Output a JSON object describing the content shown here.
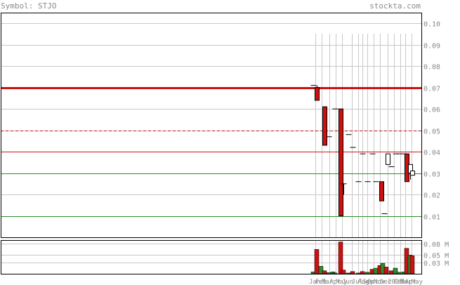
{
  "header": {
    "symbol_label": "Symbol: STJO",
    "site_label": "stockta.com"
  },
  "colors": {
    "up": "#2e8b2e",
    "down": "#cc1111",
    "resistance": "#cc1111",
    "support": "#2e8b2e",
    "grid": "#c8c8c8",
    "frame": "#000000",
    "text": "#8a8a8a"
  },
  "chart_data": {
    "type": "candlestick",
    "price_axis": {
      "ylim": [
        0.0,
        0.105
      ],
      "ticks": [
        "0.10",
        "0.09",
        "0.08",
        "0.07",
        "0.06",
        "0.05",
        "0.04",
        "0.03",
        "0.02",
        "0.01"
      ],
      "tick_values": [
        0.1,
        0.09,
        0.08,
        0.07,
        0.06,
        0.05,
        0.04,
        0.03,
        0.02,
        0.01
      ]
    },
    "volume_axis": {
      "ylim": [
        0,
        0.09
      ],
      "ticks": [
        "0.08 M",
        "0.05 M",
        "0.03 M"
      ],
      "tick_values": [
        0.08,
        0.05,
        0.03
      ]
    },
    "x_axis": {
      "labels": [
        "Jan",
        "Feb",
        "Mar",
        "Apr",
        "May",
        "Jun",
        "Jul",
        "Aug",
        "Sep",
        "Oct",
        "Nov",
        "Dec",
        "2025",
        "Feb",
        "Mar",
        "Apr",
        "May"
      ],
      "label_positions": [
        0.0,
        0.8,
        1.6,
        2.6,
        3.4,
        4.2,
        5.4,
        6.2,
        6.8,
        7.4,
        8.2,
        9.0,
        10.0,
        10.8,
        11.6,
        12.2,
        13.0
      ],
      "x_range": [
        0,
        13.2
      ]
    },
    "gridlines_x": [
      0.8,
      1.6,
      2.6,
      3.4,
      4.2,
      5.4,
      6.2,
      6.8,
      7.4,
      8.2,
      9.0,
      10.0,
      10.8,
      11.6,
      12.2,
      13.0
    ],
    "levels": [
      {
        "value": 0.07,
        "kind": "resistance",
        "style": "thick"
      },
      {
        "value": 0.05,
        "kind": "resistance",
        "style": "dashed"
      },
      {
        "value": 0.04,
        "kind": "resistance",
        "style": "thin"
      },
      {
        "value": 0.03,
        "kind": "support",
        "style": "thin"
      },
      {
        "value": 0.01,
        "kind": "support",
        "style": "thin"
      }
    ],
    "candles": [
      {
        "x": 0.5,
        "open": 0.071,
        "close": 0.071,
        "high": 0.071,
        "low": 0.071
      },
      {
        "x": 1.0,
        "open": 0.07,
        "close": 0.064,
        "high": 0.071,
        "low": 0.064
      },
      {
        "x": 2.0,
        "open": 0.061,
        "close": 0.043,
        "high": 0.061,
        "low": 0.043
      },
      {
        "x": 2.5,
        "open": 0.047,
        "close": 0.047,
        "high": 0.047,
        "low": 0.047
      },
      {
        "x": 3.3,
        "open": 0.06,
        "close": 0.06,
        "high": 0.06,
        "low": 0.06
      },
      {
        "x": 4.0,
        "open": 0.06,
        "close": 0.01,
        "high": 0.06,
        "low": 0.01
      },
      {
        "x": 4.4,
        "open": 0.025,
        "close": 0.025,
        "high": 0.025,
        "low": 0.02
      },
      {
        "x": 5.0,
        "open": 0.048,
        "close": 0.048,
        "high": 0.048,
        "low": 0.048
      },
      {
        "x": 5.5,
        "open": 0.042,
        "close": 0.042,
        "high": 0.042,
        "low": 0.042
      },
      {
        "x": 6.2,
        "open": 0.026,
        "close": 0.026,
        "high": 0.026,
        "low": 0.026
      },
      {
        "x": 6.8,
        "open": 0.039,
        "close": 0.039,
        "high": 0.039,
        "low": 0.039
      },
      {
        "x": 7.4,
        "open": 0.026,
        "close": 0.026,
        "high": 0.026,
        "low": 0.026
      },
      {
        "x": 8.0,
        "open": 0.039,
        "close": 0.039,
        "high": 0.039,
        "low": 0.039
      },
      {
        "x": 8.5,
        "open": 0.026,
        "close": 0.026,
        "high": 0.026,
        "low": 0.026
      },
      {
        "x": 9.2,
        "open": 0.026,
        "close": 0.017,
        "high": 0.026,
        "low": 0.017
      },
      {
        "x": 9.5,
        "open": 0.011,
        "close": 0.011,
        "high": 0.011,
        "low": 0.011
      },
      {
        "x": 10.0,
        "open": 0.034,
        "close": 0.039,
        "high": 0.039,
        "low": 0.034
      },
      {
        "x": 10.4,
        "open": 0.033,
        "close": 0.033,
        "high": 0.033,
        "low": 0.033
      },
      {
        "x": 11.0,
        "open": 0.039,
        "close": 0.039,
        "high": 0.039,
        "low": 0.039
      },
      {
        "x": 11.4,
        "open": 0.039,
        "close": 0.039,
        "high": 0.039,
        "low": 0.039
      },
      {
        "x": 12.0,
        "open": 0.039,
        "close": 0.039,
        "high": 0.039,
        "low": 0.039
      },
      {
        "x": 12.4,
        "open": 0.039,
        "close": 0.026,
        "high": 0.039,
        "low": 0.026
      },
      {
        "x": 12.8,
        "open": 0.03,
        "close": 0.034,
        "high": 0.034,
        "low": 0.027
      },
      {
        "x": 13.1,
        "open": 0.029,
        "close": 0.031,
        "high": 0.033,
        "low": 0.029
      }
    ],
    "volume": [
      {
        "x": 0.5,
        "value": 0.005,
        "dir": "up"
      },
      {
        "x": 1.0,
        "value": 0.065,
        "dir": "down"
      },
      {
        "x": 1.5,
        "value": 0.02,
        "dir": "up"
      },
      {
        "x": 2.0,
        "value": 0.008,
        "dir": "down"
      },
      {
        "x": 2.5,
        "value": 0.003,
        "dir": "up"
      },
      {
        "x": 3.0,
        "value": 0.005,
        "dir": "up"
      },
      {
        "x": 3.3,
        "value": 0.002,
        "dir": "up"
      },
      {
        "x": 4.0,
        "value": 0.085,
        "dir": "down"
      },
      {
        "x": 4.4,
        "value": 0.01,
        "dir": "down"
      },
      {
        "x": 5.0,
        "value": 0.002,
        "dir": "up"
      },
      {
        "x": 5.5,
        "value": 0.006,
        "dir": "down"
      },
      {
        "x": 6.2,
        "value": 0.002,
        "dir": "up"
      },
      {
        "x": 6.8,
        "value": 0.006,
        "dir": "down"
      },
      {
        "x": 7.4,
        "value": 0.004,
        "dir": "up"
      },
      {
        "x": 8.0,
        "value": 0.012,
        "dir": "down"
      },
      {
        "x": 8.5,
        "value": 0.015,
        "dir": "up"
      },
      {
        "x": 9.0,
        "value": 0.022,
        "dir": "down"
      },
      {
        "x": 9.4,
        "value": 0.028,
        "dir": "up"
      },
      {
        "x": 9.8,
        "value": 0.018,
        "dir": "down"
      },
      {
        "x": 10.4,
        "value": 0.008,
        "dir": "down"
      },
      {
        "x": 11.0,
        "value": 0.015,
        "dir": "up"
      },
      {
        "x": 11.4,
        "value": 0.004,
        "dir": "up"
      },
      {
        "x": 12.0,
        "value": 0.005,
        "dir": "up"
      },
      {
        "x": 12.4,
        "value": 0.068,
        "dir": "down"
      },
      {
        "x": 12.8,
        "value": 0.05,
        "dir": "up"
      },
      {
        "x": 13.1,
        "value": 0.048,
        "dir": "down"
      }
    ]
  }
}
